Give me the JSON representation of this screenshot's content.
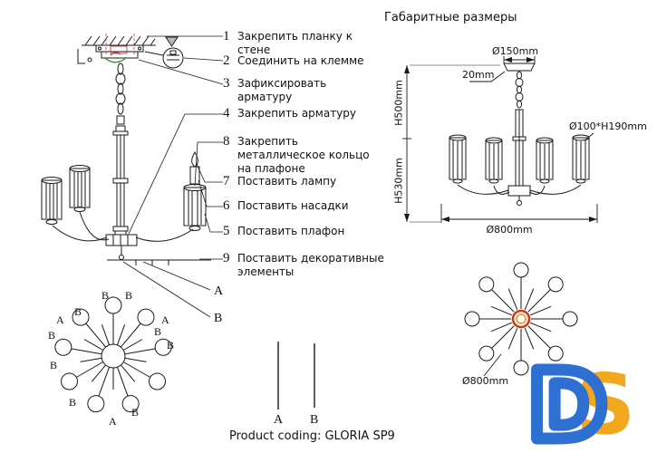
{
  "title": "Габаритные размеры",
  "steps": [
    {
      "num": "1",
      "label": "Закрепить планку к стене"
    },
    {
      "num": "2",
      "label": "Соединить на клемме"
    },
    {
      "num": "3",
      "label": "Зафиксировать арматуру"
    },
    {
      "num": "4",
      "label": "Закрепить арматуру"
    },
    {
      "num": "8",
      "label": "Закрепить металлическое кольцо на плафоне"
    },
    {
      "num": "7",
      "label": "Поставить лампу"
    },
    {
      "num": "6",
      "label": "Поставить насадки"
    },
    {
      "num": "5",
      "label": "Поставить плафон"
    },
    {
      "num": "9",
      "label": "Поставить декоративные элементы"
    }
  ],
  "callouts": {
    "a": "A",
    "b": "B"
  },
  "rods": {
    "a": "A",
    "b": "B"
  },
  "dims": {
    "top_diameter": "Ø150mm",
    "canopy_height": "20mm",
    "h_upper": "H500mm",
    "h_lower": "H530mm",
    "shade_size": "Ø100*H190mm",
    "fixture_width": "Ø800mm",
    "topview_width": "Ø800mm"
  },
  "topview_labels": [
    "B",
    "B",
    "A",
    "B",
    "B",
    "A",
    "B",
    "B",
    "B",
    "B",
    "B",
    "A"
  ],
  "product_coding": "Product coding: GLORIA SP9",
  "logo": {
    "letter_d": "D",
    "letter_s": "S",
    "blue": "#2e6fd2",
    "orange": "#f2a81d"
  }
}
